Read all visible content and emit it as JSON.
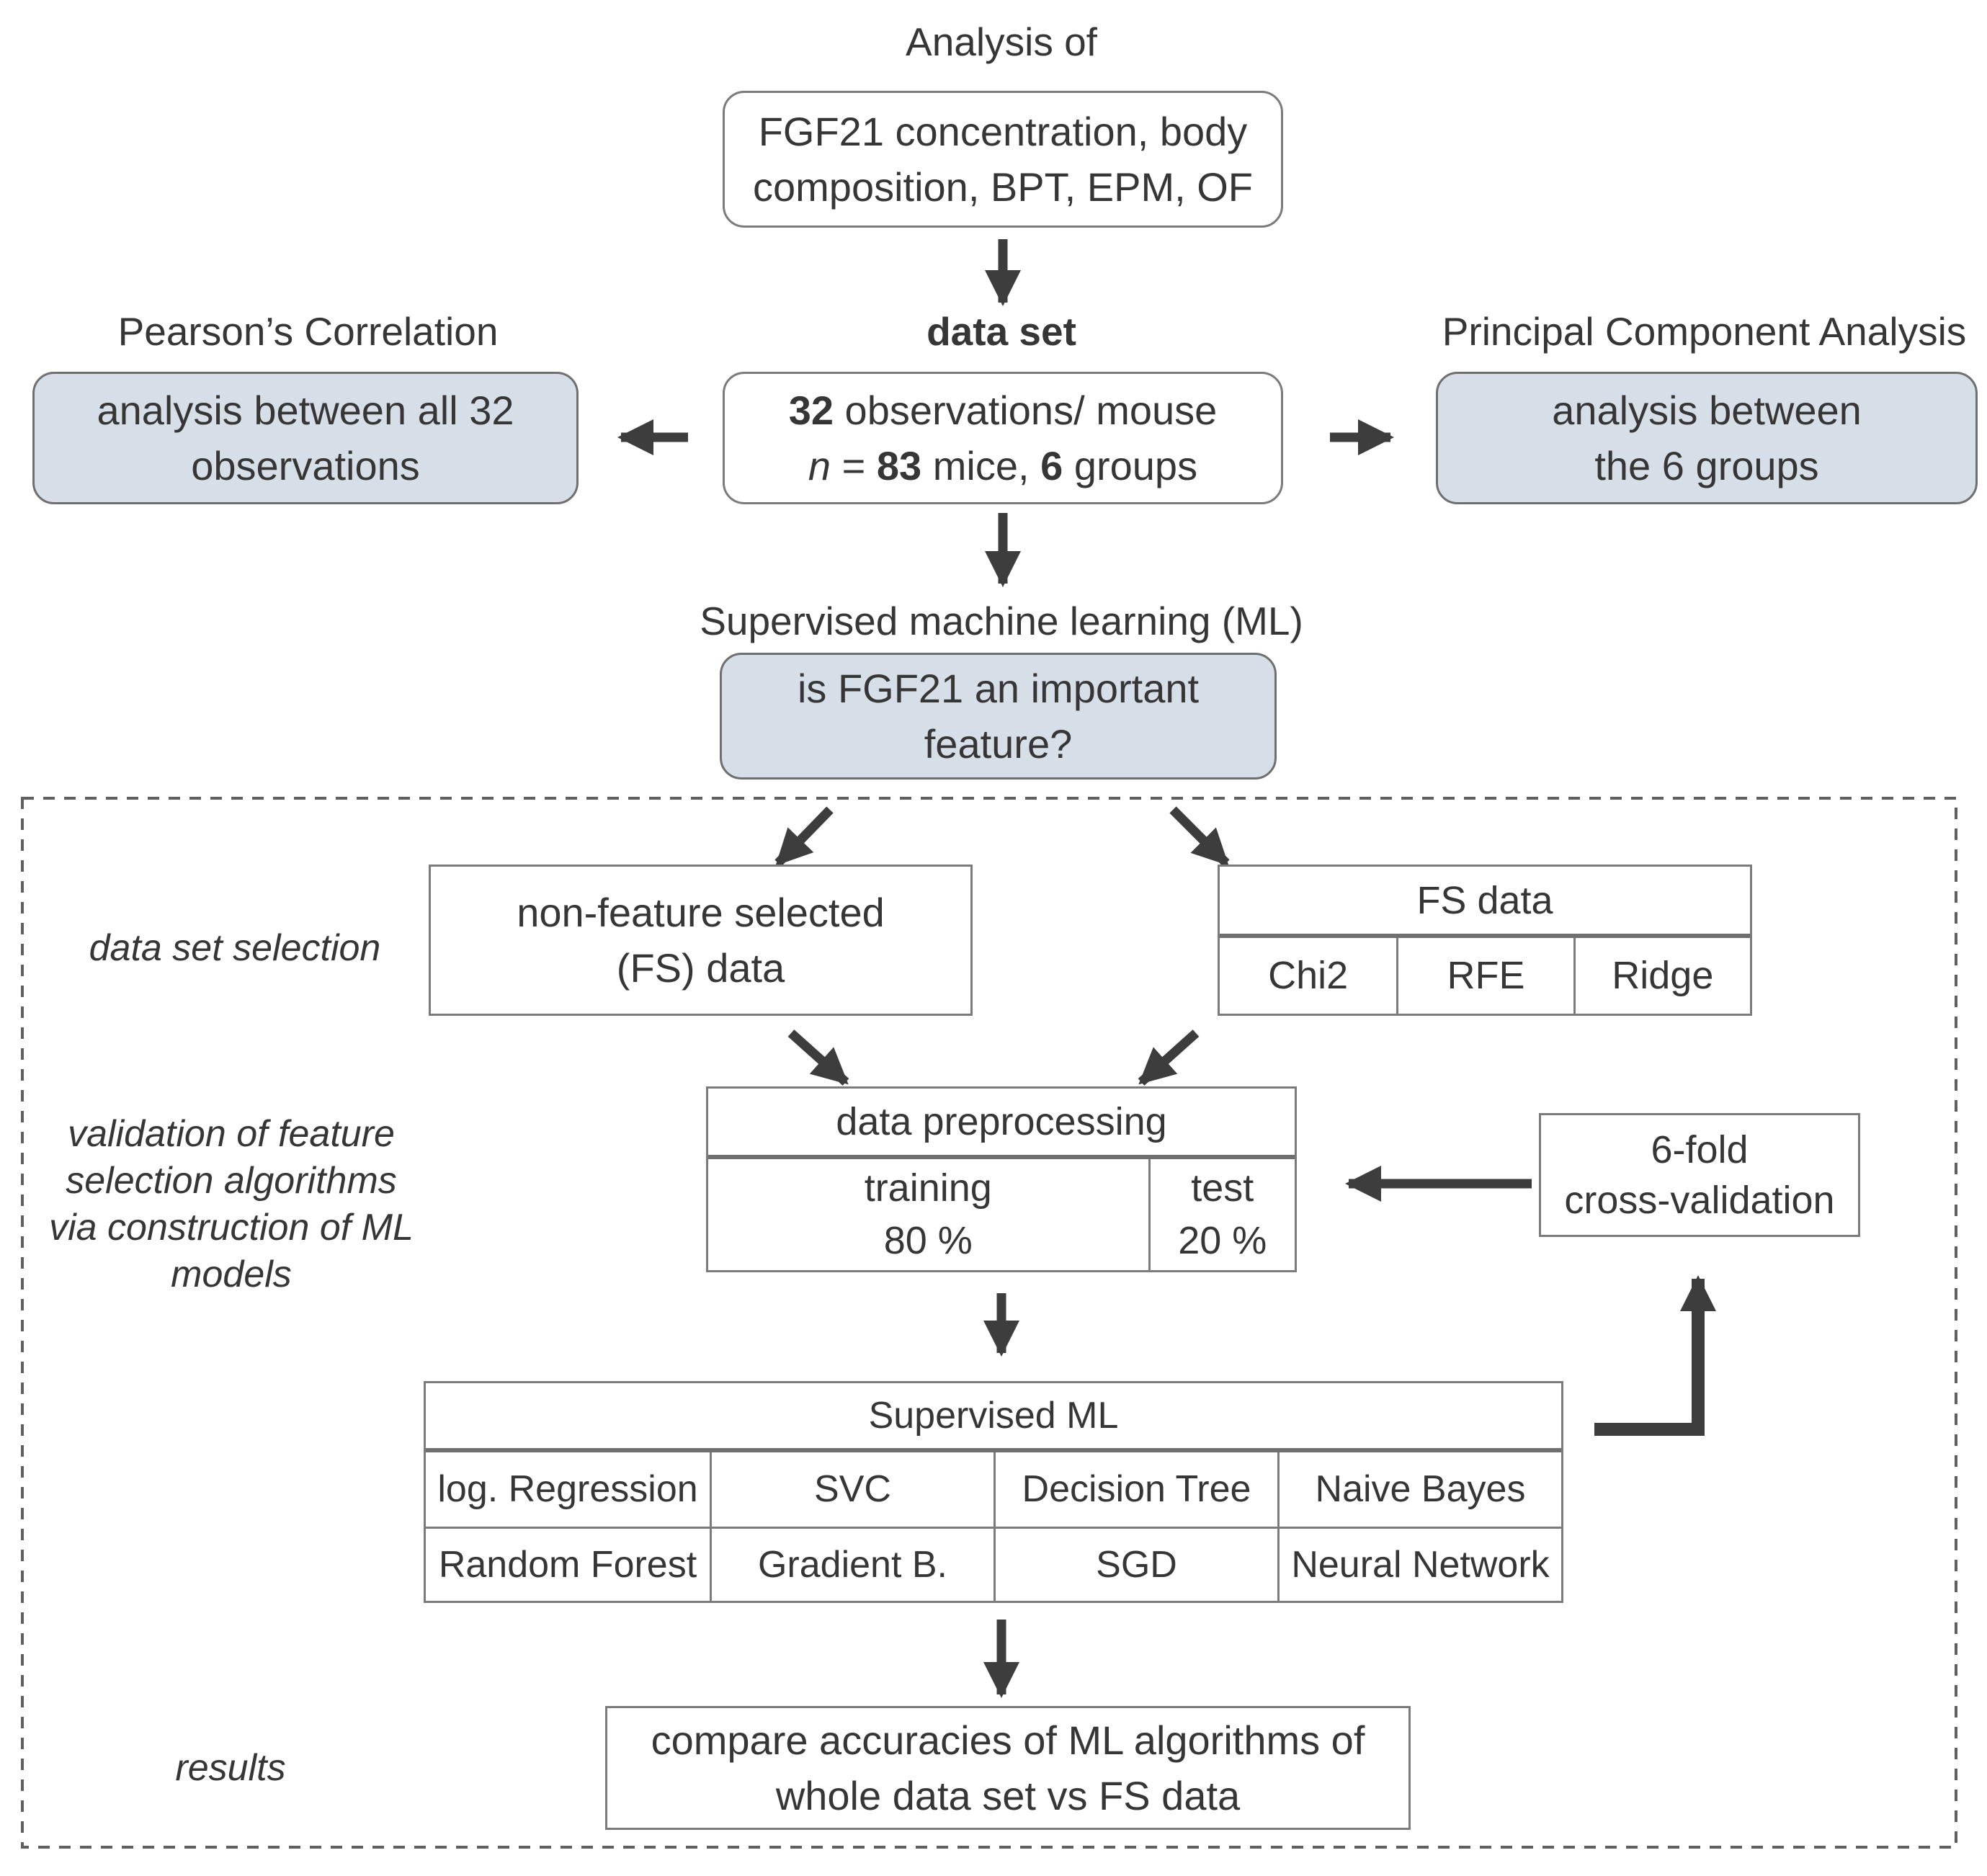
{
  "flow": {
    "top_title": "Analysis of",
    "analysis_box": {
      "line1": "FGF21 concentration, body",
      "line2": "composition, BPT, EPM, OF"
    },
    "dataset_label": "data set",
    "dataset_box": {
      "count": "32",
      "count_rest": " observations/ mouse",
      "n": "n",
      "eq": " = ",
      "mice_count": "83",
      "mice_rest": " mice, ",
      "groups_count": "6",
      "groups_rest": " groups"
    },
    "pearson": {
      "title": "Pearson’s Correlation",
      "line1": "analysis between all 32",
      "line2": "observations"
    },
    "pca": {
      "title": "Principal Component Analysis",
      "line1": "analysis between",
      "line2": "the 6 groups"
    },
    "sml": {
      "title": "Supervised machine learning (ML)",
      "line1": "is FGF21 an important",
      "line2": "feature?"
    }
  },
  "pipeline": {
    "labels": {
      "selection": "data set selection",
      "validation": [
        "validation of feature",
        "selection algorithms",
        "via construction of ML",
        "models"
      ],
      "results": "results"
    },
    "non_fs_box": {
      "line1": "non-feature selected",
      "line2": "(FS) data"
    },
    "fs_table": {
      "header": "FS data",
      "cells": [
        "Chi2",
        "RFE",
        "Ridge"
      ]
    },
    "preprocessing": {
      "header": "data preprocessing",
      "training_name": "training",
      "training_pct": "80 %",
      "test_name": "test",
      "test_pct": "20 %"
    },
    "cross_validation": {
      "line1": "6-fold",
      "line2": "cross-validation"
    },
    "supervised_ml": {
      "header": "Supervised ML",
      "row1": [
        "log. Regression",
        "SVC",
        "Decision Tree",
        "Naive Bayes"
      ],
      "row2": [
        "Random Forest",
        "Gradient B.",
        "SGD",
        "Neural Network"
      ]
    },
    "results_box": {
      "line1": "compare accuracies of ML algorithms of",
      "line2": "whole data set vs FS data"
    }
  },
  "colors": {
    "highlight_fill": "#d6dfe7",
    "box_border": "#7b7b7b",
    "arrow": "#3d3d3d",
    "text": "#363636",
    "dashed_border": "#5f5f5f"
  }
}
